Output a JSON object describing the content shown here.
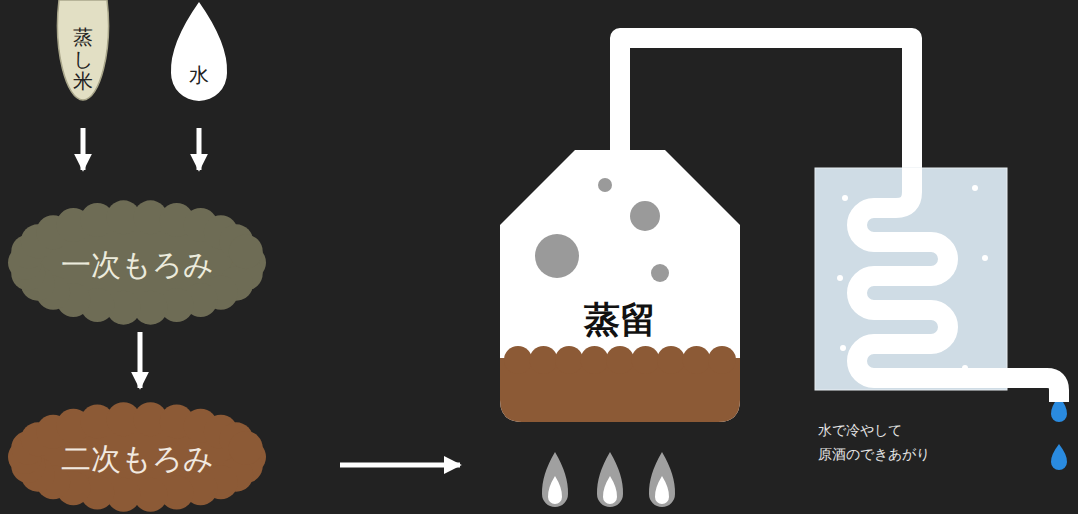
{
  "diagram": {
    "nodes": [
      {
        "text": [
          "蒸し米"
        ]
      },
      {
        "text": [
          "水"
        ]
      },
      {
        "text": [
          "一次もろみ"
        ]
      },
      {
        "text": [
          "二次もろみ"
        ]
      },
      {
        "text": [
          "蒸留"
        ]
      },
      {
        "text": [
          "水で冷やして 原酒のできあがり"
        ]
      }
    ],
    "edges": [
      {
        "from": 0,
        "to": 2,
        "arrow": "to"
      },
      {
        "from": 1,
        "to": 2,
        "arrow": "to"
      },
      {
        "from": 2,
        "to": 3,
        "arrow": "to"
      },
      {
        "from": 3,
        "to": 4,
        "arrow": "to"
      },
      {
        "from": 4,
        "to": 5,
        "arrow": "none"
      }
    ]
  }
}
